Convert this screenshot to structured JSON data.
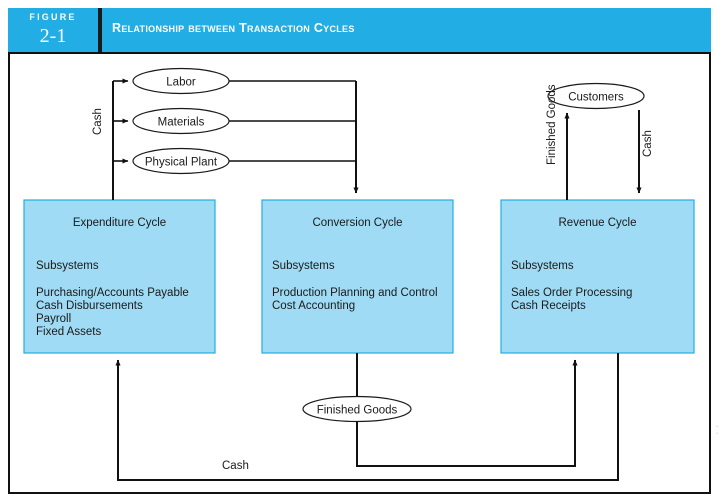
{
  "figure": {
    "label_word": "Figure",
    "number": "2-1",
    "title": "Relationship between Transaction Cycles",
    "banner_color": "#22AEE4",
    "box_fill_color": "#9FDBF4",
    "line_color": "#111111"
  },
  "cycles": [
    {
      "id": "expenditure",
      "title": "Expenditure Cycle",
      "subsystems_heading": "Subsystems",
      "subsystems": [
        "Purchasing/Accounts Payable",
        "Cash Disbursements",
        "Payroll",
        "Fixed Assets"
      ]
    },
    {
      "id": "conversion",
      "title": "Conversion Cycle",
      "subsystems_heading": "Subsystems",
      "subsystems": [
        "Production Planning and Control",
        "Cost Accounting"
      ]
    },
    {
      "id": "revenue",
      "title": "Revenue Cycle",
      "subsystems_heading": "Subsystems",
      "subsystems": [
        "Sales Order Processing",
        "Cash Receipts"
      ]
    }
  ],
  "resource_nodes": [
    {
      "id": "labor",
      "label": "Labor"
    },
    {
      "id": "materials",
      "label": "Materials"
    },
    {
      "id": "physical-plant",
      "label": "Physical Plant"
    }
  ],
  "external_nodes": [
    {
      "id": "customers",
      "label": "Customers"
    },
    {
      "id": "finished-goods-store",
      "label": "Finished Goods"
    }
  ],
  "flow_labels": {
    "cash_to_resources": "Cash",
    "finished_goods_to_customers": "Finished Goods",
    "cash_from_customers": "Cash",
    "cash_bottom": "Cash"
  },
  "chart_data": {
    "type": "diagram",
    "title": "Relationship between Transaction Cycles",
    "nodes": [
      {
        "id": "labor",
        "label": "Labor",
        "shape": "ellipse"
      },
      {
        "id": "materials",
        "label": "Materials",
        "shape": "ellipse"
      },
      {
        "id": "physical-plant",
        "label": "Physical Plant",
        "shape": "ellipse"
      },
      {
        "id": "customers",
        "label": "Customers",
        "shape": "ellipse"
      },
      {
        "id": "finished-goods-store",
        "label": "Finished Goods",
        "shape": "ellipse"
      },
      {
        "id": "expenditure",
        "label": "Expenditure Cycle",
        "shape": "rect"
      },
      {
        "id": "conversion",
        "label": "Conversion Cycle",
        "shape": "rect"
      },
      {
        "id": "revenue",
        "label": "Revenue Cycle",
        "shape": "rect"
      }
    ],
    "edges": [
      {
        "from": "expenditure",
        "to": "labor",
        "label": "Cash"
      },
      {
        "from": "expenditure",
        "to": "materials",
        "label": "Cash"
      },
      {
        "from": "expenditure",
        "to": "physical-plant",
        "label": "Cash"
      },
      {
        "from": "labor",
        "to": "conversion",
        "label": ""
      },
      {
        "from": "materials",
        "to": "conversion",
        "label": ""
      },
      {
        "from": "physical-plant",
        "to": "conversion",
        "label": ""
      },
      {
        "from": "revenue",
        "to": "customers",
        "label": "Finished Goods"
      },
      {
        "from": "customers",
        "to": "revenue",
        "label": "Cash"
      },
      {
        "from": "conversion",
        "to": "finished-goods-store",
        "label": ""
      },
      {
        "from": "finished-goods-store",
        "to": "revenue",
        "label": ""
      },
      {
        "from": "revenue",
        "to": "expenditure",
        "label": "Cash"
      }
    ]
  }
}
